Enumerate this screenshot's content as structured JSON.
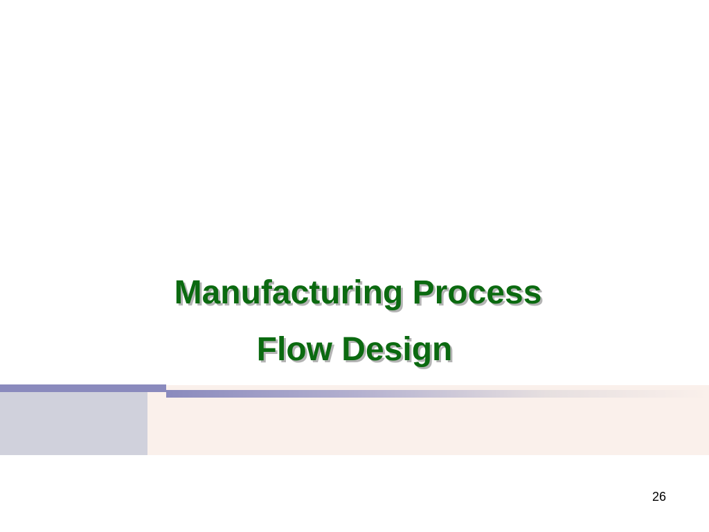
{
  "slide": {
    "title_line_1": "Manufacturing Process",
    "title_line_2": "Flow Design",
    "page_number": "26"
  },
  "colors": {
    "title": "#0b6a10",
    "title_shadow": "#b4b4b4",
    "accent_bar": "#8a8abd",
    "left_block": "#d0d1dc",
    "band": "#faf0eb"
  }
}
